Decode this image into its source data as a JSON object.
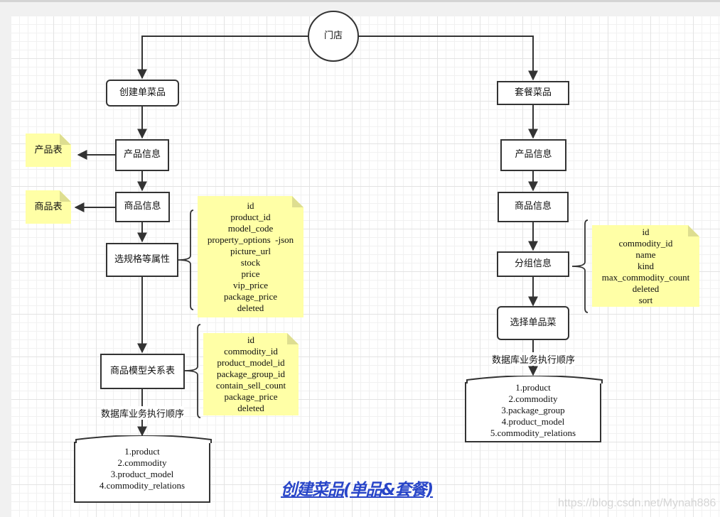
{
  "diagram": {
    "title": "创建菜品(单品&套餐)",
    "root": "门店",
    "single": {
      "create": "创建单菜品",
      "product_info": "产品信息",
      "commodity_info": "商品信息",
      "spec_select": "选规格等属性",
      "model_relation": "商品模型关系表",
      "product_table": "产品表",
      "commodity_table": "商品表",
      "exec_order_label": "数据库业务执行顺序",
      "product_fields": [
        "id",
        "product_id",
        "model_code",
        "property_options  -json",
        "picture_url",
        "stock",
        "price",
        "vip_price",
        "package_price",
        "deleted"
      ],
      "relation_fields": [
        "id",
        "commodity_id",
        "product_model_id",
        "package_group_id",
        "contain_sell_count",
        "package_price",
        "deleted"
      ],
      "db_order": [
        "1.product",
        "2.commodity",
        "3.product_model",
        "4.commodity_relations"
      ]
    },
    "combo": {
      "create": "套餐菜品",
      "product_info": "产品信息",
      "commodity_info": "商品信息",
      "group_info": "分组信息",
      "select_single": "选择单品菜",
      "exec_order_label": "数据库业务执行顺序",
      "group_fields": [
        "id",
        "commodity_id",
        "name",
        "kind",
        "max_commodity_count",
        "deleted",
        "sort"
      ],
      "db_order": [
        "1.product",
        "2.commodity",
        "3.package_group",
        "4.product_model",
        "5.commodity_relations"
      ]
    }
  },
  "watermark": "https://blog.csdn.net/Mynah886"
}
